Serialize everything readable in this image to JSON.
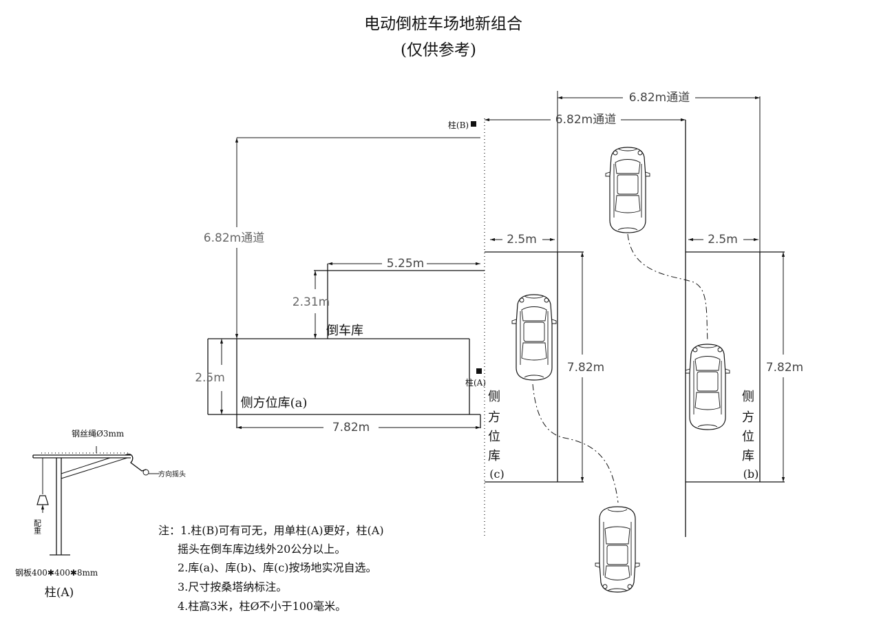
{
  "title": "电动倒桩车场地新组合",
  "subtitle": "(仅供参考)",
  "pillars": {
    "b_label": "柱(B)",
    "a_label": "柱(A)"
  },
  "dimensions": {
    "aisle_top_outer": "6.82m通道",
    "aisle_top_inner": "6.82m通道",
    "aisle_left": "6.82m通道",
    "width_5_25": "5.25m",
    "depth_2_31": "2.31m",
    "width_2_5_left": "2.5m",
    "length_7_82_bottom": "7.82m",
    "width_2_5_c": "2.5m",
    "width_2_5_b": "2.5m",
    "length_7_82_c": "7.82m",
    "length_7_82_b": "7.82m"
  },
  "bays": {
    "reverse": "倒车库",
    "side_a": "侧方位库(a)",
    "side_c_chars": [
      "侧",
      "方",
      "位",
      "库",
      "(c)"
    ],
    "side_b_chars": [
      "侧",
      "方",
      "位",
      "库",
      "(b)"
    ]
  },
  "pillar_detail": {
    "wire": "钢丝绳Ø3mm",
    "crank": "方向摇头",
    "weight": "配重",
    "plate": "钢板400✱400✱8mm",
    "caption": "柱(A)"
  },
  "notes": [
    "注：1.柱(B)可有可无，用单柱(A)更好，柱(A)",
    "摇头在倒车库边线外20公分以上。",
    "2.库(a)、库(b)、库(c)按场地实况自选。",
    "3.尺寸按桑塔纳标注。",
    "4.柱高3米，柱Ø不小于100毫米。"
  ]
}
